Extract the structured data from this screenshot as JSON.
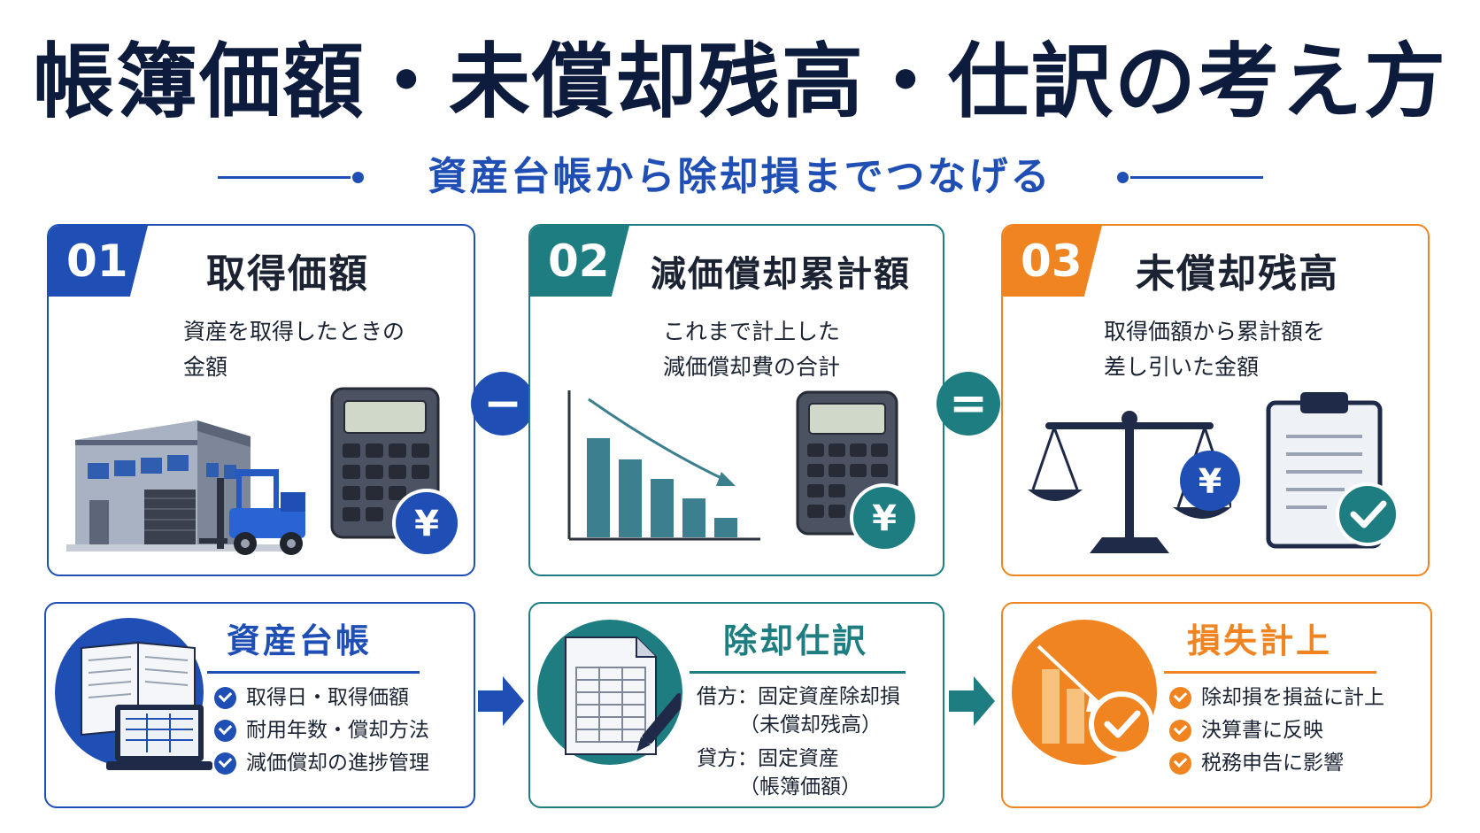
{
  "title": "帳簿価額・未償却残高・仕訳の考え方",
  "subtitle": "資産台帳から除却損までつなげる",
  "colors": {
    "blue": "#1f4fb5",
    "teal": "#1e7d80",
    "orange": "#f08421",
    "navy": "#0d1b3d"
  },
  "steps": [
    {
      "number": "01",
      "title": "取得価額",
      "description": [
        "資産を取得したときの",
        "金額"
      ],
      "icons": [
        "factory-icon",
        "forklift-icon",
        "calculator-icon",
        "yen-icon"
      ]
    },
    {
      "number": "02",
      "title": "減価償却累計額",
      "description": [
        "これまで計上した",
        "減価償却費の合計"
      ],
      "icons": [
        "declining-bar-chart-icon",
        "calculator-icon",
        "yen-icon"
      ]
    },
    {
      "number": "03",
      "title": "未償却残高",
      "description": [
        "取得価額から累計額を",
        "差し引いた金額"
      ],
      "icons": [
        "balance-scale-icon",
        "yen-icon",
        "clipboard-check-icon"
      ]
    }
  ],
  "operators": [
    "−",
    "="
  ],
  "ledger": {
    "title": "資産台帳",
    "items": [
      "取得日・取得価額",
      "耐用年数・償却方法",
      "減価償却の進捗管理"
    ],
    "icon": "ledger-laptop-icon"
  },
  "journal": {
    "title": "除却仕訳",
    "debit_label": "借方：固定資産除却損",
    "debit_note": "（未償却残高）",
    "credit_label": "貸方：固定資産",
    "credit_note": "（帳簿価額）",
    "icon": "spreadsheet-pen-icon"
  },
  "loss": {
    "title": "損失計上",
    "items": [
      "除却損を損益に計上",
      "決算書に反映",
      "税務申告に影響"
    ],
    "icon": "declining-chart-check-icon"
  }
}
